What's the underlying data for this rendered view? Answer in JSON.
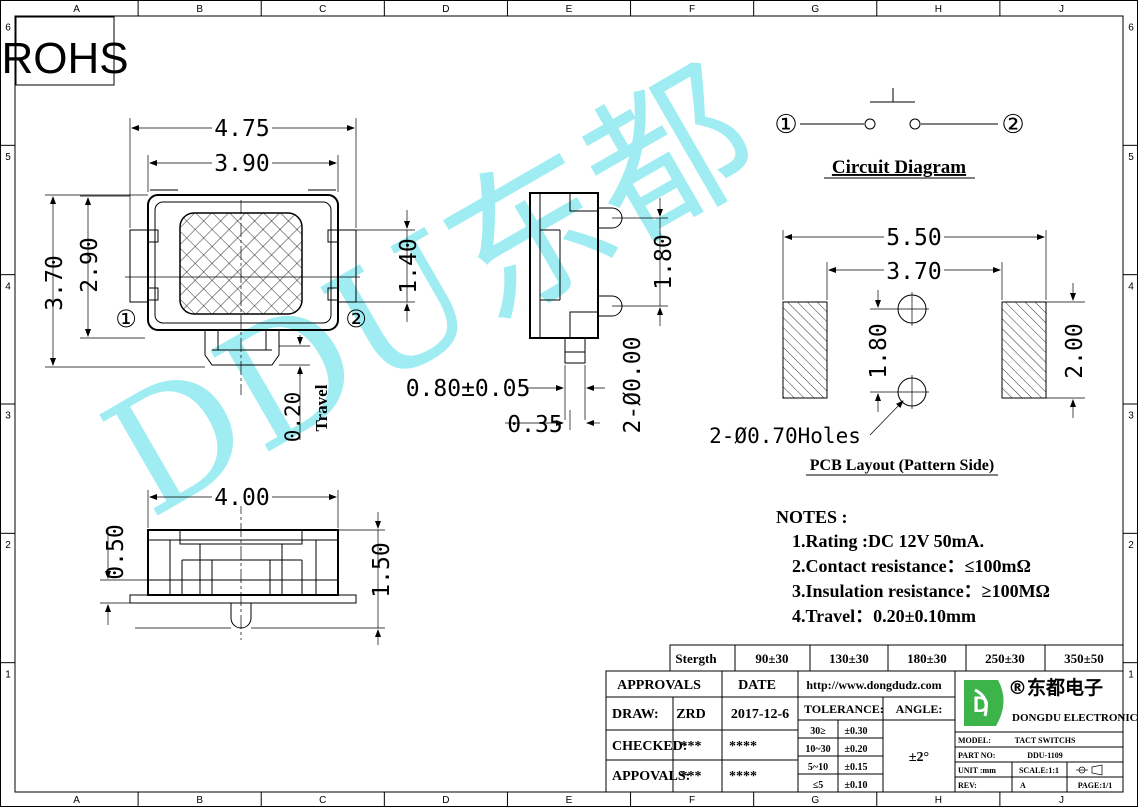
{
  "border": {
    "col_labels": [
      "A",
      "B",
      "C",
      "D",
      "E",
      "F",
      "G",
      "H",
      "J"
    ],
    "row_labels": [
      "6",
      "5",
      "4",
      "3",
      "2",
      "1"
    ]
  },
  "rohs": "ROHS",
  "watermark": "DDU东都",
  "top_view": {
    "dim_overall_w": "4.75",
    "dim_body_w": "3.90",
    "dim_overall_h": "3.70",
    "dim_body_h": "2.90",
    "dim_pad_h": "1.40",
    "pin1": "①",
    "pin2": "②",
    "dim_travel": "0.20",
    "travel_label": "Travel"
  },
  "side_view": {
    "dim_post_pitch": "1.80",
    "dim_stem": "0.80±0.05",
    "dim_gap": "0.35",
    "dim_post_dia": "2-Ø0.00"
  },
  "front_view": {
    "dim_width": "4.00",
    "dim_base_h": "0.50",
    "dim_total_h": "1.50"
  },
  "circuit": {
    "pin1": "①",
    "pin2": "②",
    "title": "Circuit Diagram"
  },
  "pcb": {
    "dim_outer": "5.50",
    "dim_inner": "3.70",
    "dim_holes_pitch": "1.80",
    "dim_pad_h": "2.00",
    "holes_label": "2-Ø0.70Holes",
    "title": "PCB Layout (Pattern Side)"
  },
  "notes": {
    "heading": "NOTES :",
    "items": [
      "1.Rating :DC 12V 50mA.",
      "2.Contact resistance：≤100mΩ",
      "3.Insulation resistance：≥100MΩ",
      "4.Travel：0.20±0.10mm"
    ]
  },
  "strength_row": {
    "label": "Stergth",
    "values": [
      "90±30",
      "130±30",
      "180±30",
      "250±30",
      "350±50"
    ]
  },
  "title_block": {
    "approvals": "APPROVALS",
    "date_header": "DATE",
    "website": "http://www.dongdudz.com",
    "draw_label": "DRAW:",
    "draw_name": "ZRD",
    "draw_date": "2017-12-6",
    "checked_label": "CHECKED:",
    "checked_name": "***",
    "checked_date": "****",
    "appovals_label": "APPOVALS:",
    "appovals_name": "***",
    "appovals_date": "****",
    "tolerance_label": "TOLERANCE:",
    "angle_label": "ANGLE:",
    "angle_value": "±2°",
    "tolerances": [
      {
        "range": "30≥",
        "value": "±0.30"
      },
      {
        "range": "10~30",
        "value": "±0.20"
      },
      {
        "range": "5~10",
        "value": "±0.15"
      },
      {
        "range": "≤5",
        "value": "±0.10"
      }
    ],
    "company_cn": "®东都电子",
    "company_en": "DONGDU ELECTRONICS",
    "model_label": "MODEL:",
    "model_value": "TACT SWITCHS",
    "part_label": "PART NO:",
    "part_value": "DDU-1109",
    "unit_label": "UNIT :mm",
    "scale_label": "SCALE:1:1",
    "rev_label": "REV:",
    "rev_value": "A",
    "page_label": "PAGE:1/1"
  },
  "colors": {
    "watermark": "#7fe8ee",
    "logo_green": "#3cb44a",
    "ink": "#000000"
  }
}
